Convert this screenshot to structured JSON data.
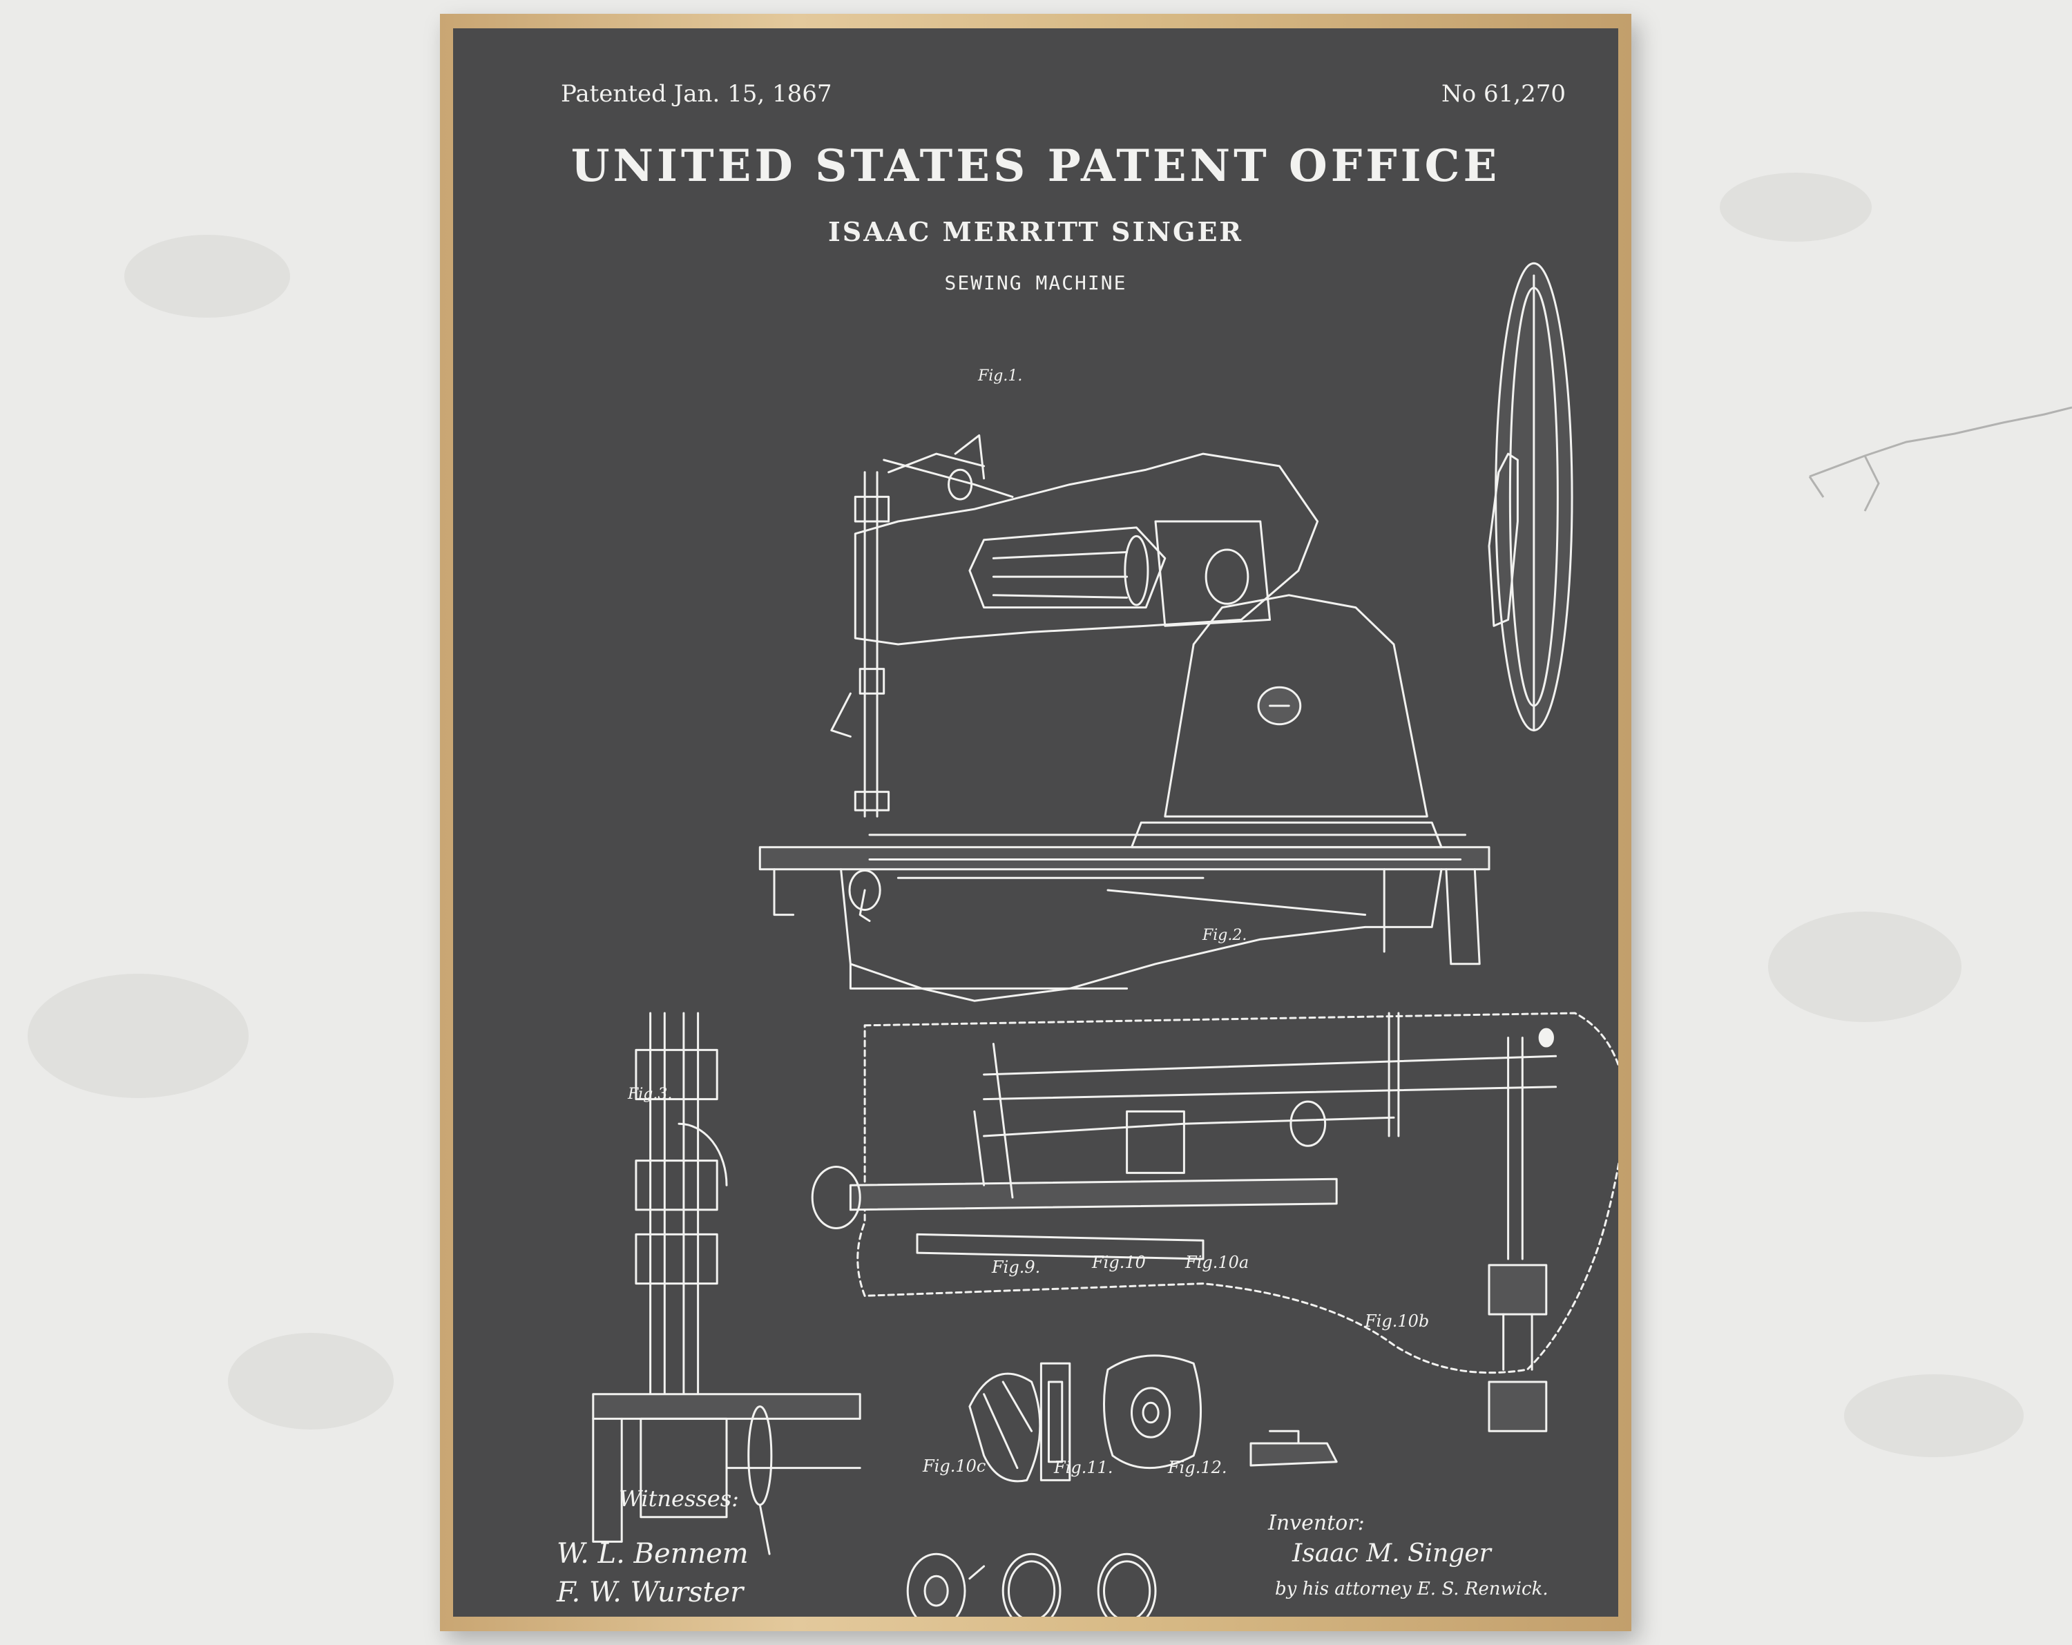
{
  "poster": {
    "patented": "Patented Jan. 15, 1867",
    "patent_number": "No 61,270",
    "office": "UNITED STATES PATENT OFFICE",
    "inventor_name": "ISAAC MERRITT SINGER",
    "invention": "SEWING MACHINE",
    "figures": {
      "fig1": "Fig.1.",
      "fig2": "Fig.2.",
      "fig3": "Fig.3.",
      "fig9": "Fig.9.",
      "fig10": "Fig.10",
      "fig10a": "Fig.10a",
      "fig10b": "Fig.10b",
      "fig10c": "Fig.10c",
      "fig11": "Fig.11.",
      "fig12": "Fig.12."
    },
    "witnesses_label": "Witnesses:",
    "witness_1": "W. L. Bennem",
    "witness_2": "F. W. Wurster",
    "inventor_label": "Inventor:",
    "inventor_signature": "Isaac M. Singer",
    "attorney": "by his attorney E. S. Renwick."
  },
  "colors": {
    "wall": "#ececea",
    "frame": "#d7b985",
    "poster_background": "#4a4a4b",
    "ink": "#f2f2f0"
  }
}
